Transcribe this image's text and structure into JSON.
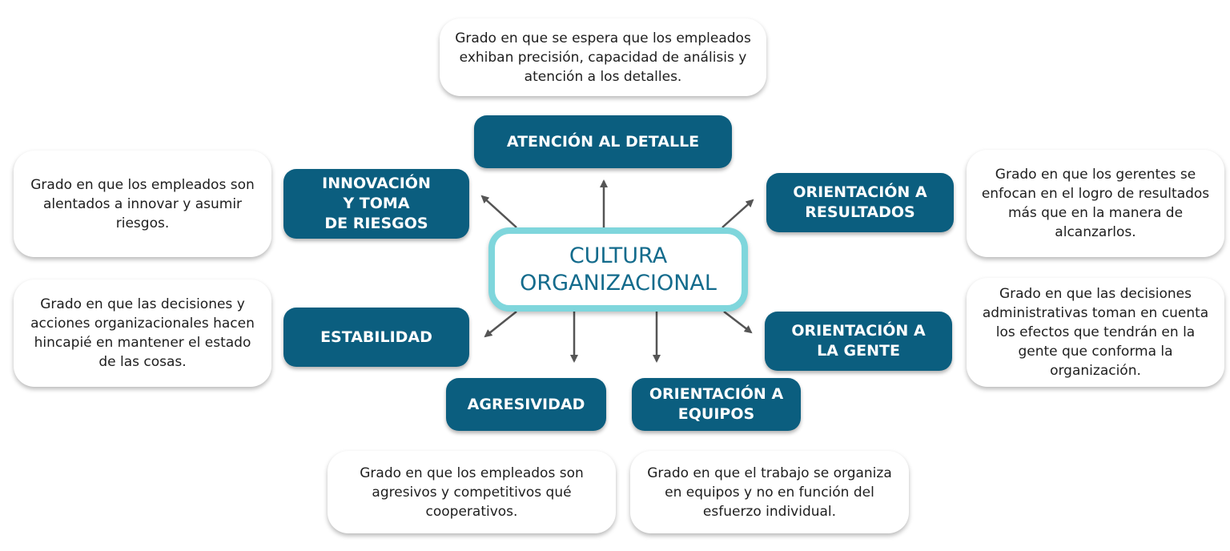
{
  "center": {
    "label": "CULTURA\nORGANIZACIONAL"
  },
  "colors": {
    "category_fill": "#0b5e7f",
    "center_border": "#7fd6dc",
    "center_text": "#136b8c",
    "arrow": "#555555"
  },
  "categories": [
    {
      "id": "atencion",
      "label": "ATENCIÓN AL DETALLE",
      "description": "Grado en que se espera que los empleados exhiban precisión, capacidad de análisis y atención a los detalles."
    },
    {
      "id": "innovacion",
      "label": "INNOVACIÓN\nY TOMA\nDE RIESGOS",
      "description": "Grado en que los empleados son alentados a innovar y asumir riesgos."
    },
    {
      "id": "resultados",
      "label": "ORIENTACIÓN A\nRESULTADOS",
      "description": "Grado en que los gerentes se enfocan en el logro de resultados más que en la manera de alcanzarlos."
    },
    {
      "id": "estabilidad",
      "label": "ESTABILIDAD",
      "description": "Grado en que las decisiones y acciones organizacionales hacen hincapié en mantener el estado de las cosas."
    },
    {
      "id": "gente",
      "label": "ORIENTACIÓN A\nLA GENTE",
      "description": "Grado en que las decisiones administrativas toman en cuenta los efectos que tendrán en la gente que conforma la organización."
    },
    {
      "id": "agresividad",
      "label": "AGRESIVIDAD",
      "description": "Grado en que los empleados son agresivos y competitivos qué cooperativos."
    },
    {
      "id": "equipos",
      "label": "ORIENTACIÓN A\nEQUIPOS",
      "description": "Grado en que el trabajo se organiza en equipos y  no en función del esfuerzo individual."
    }
  ]
}
